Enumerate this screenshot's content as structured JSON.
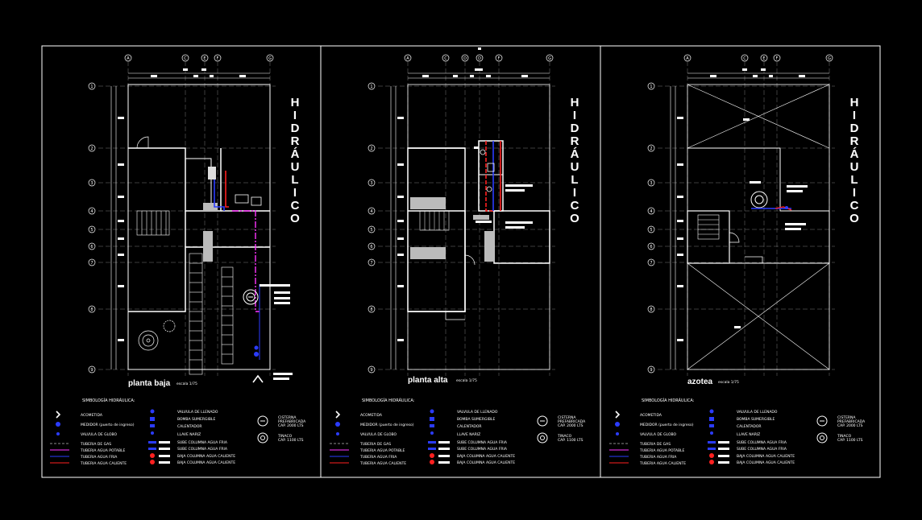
{
  "colors": {
    "background": "#000000",
    "linework": "#ffffff",
    "cold_water": "#2b3cff",
    "hot_water": "#ff2020",
    "gas": "#ff33ff",
    "grid": "#7a7a7a"
  },
  "panels": [
    {
      "vertical_title": [
        "H",
        "I",
        "D",
        "R",
        "Á",
        "U",
        "L",
        "I",
        "C",
        "O"
      ],
      "plan_name": "planta baja",
      "scale": "escala 1/75",
      "col_labels": [
        "A",
        "C",
        "E",
        "F",
        "G"
      ],
      "row_labels": [
        "1",
        "2",
        "3",
        "4",
        "5",
        "6",
        "7",
        "8",
        "9"
      ]
    },
    {
      "vertical_title": [
        "H",
        "I",
        "D",
        "R",
        "Á",
        "U",
        "L",
        "I",
        "C",
        "O"
      ],
      "plan_name": "planta alta",
      "scale": "escala 1/75",
      "col_labels": [
        "A",
        "C",
        "D",
        "D",
        "F",
        "G"
      ],
      "row_labels": [
        "1",
        "2",
        "3",
        "4",
        "5",
        "6",
        "7",
        "8",
        "9"
      ]
    },
    {
      "vertical_title": [
        "H",
        "I",
        "D",
        "R",
        "Á",
        "U",
        "L",
        "I",
        "C",
        "O"
      ],
      "plan_name": "azotea",
      "scale": "escala 1/75",
      "col_labels": [
        "A",
        "C",
        "E",
        "F",
        "G"
      ],
      "row_labels": [
        "1",
        "2",
        "3",
        "4",
        "5",
        "6",
        "7",
        "8",
        "9"
      ]
    }
  ],
  "legend": {
    "title": "SIMBOLOGÍA HIDRÁULICA:",
    "col1": [
      "ACOMETIDA",
      "MEDIDOR (puerto de ingreso)",
      "VALVULA DE GLOBO",
      "TUBERIA DE GAS",
      "TUBERIA AGUA POTABLE",
      "TUBERIA AGUA FRIA",
      "TUBERIA AGUA CALIENTE"
    ],
    "col2": [
      "VALVULA DE LLENADO",
      "BOMBA SUMERGIBLE",
      "CALENTADOR",
      "LLAVE NARIZ",
      "SUBE COLUMNA AGUA FRIA",
      "SUBE COLUMNA AGUA FRIA",
      "BAJA COLUMNA AGUA CALIENTE",
      "BAJA COLUMNA AGUA CALIENTE"
    ],
    "col3": [
      {
        "title": "CISTERNA",
        "detail1": "PREFABRICADA",
        "detail2": "CAP. 2000 LTS"
      },
      {
        "title": "TINACO",
        "detail1": "CAP. 1100 LTS",
        "detail2": ""
      }
    ]
  }
}
